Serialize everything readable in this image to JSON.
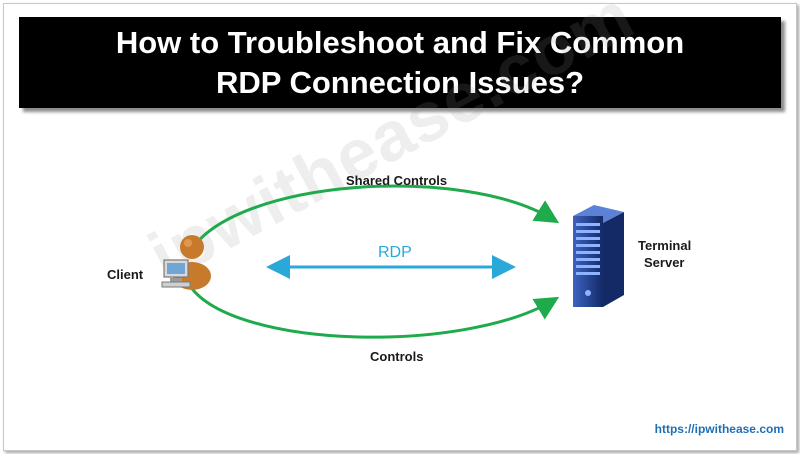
{
  "title": "How to Troubleshoot and Fix Common RDP Connection Issues?",
  "watermark": "ipwithease.com",
  "nodes": {
    "client_label": "Client",
    "server_label_line1": "Terminal",
    "server_label_line2": "Server"
  },
  "connections": {
    "top_label": "Shared Controls",
    "middle_label": "RDP",
    "bottom_label": "Controls"
  },
  "footer": {
    "url": "https://ipwithease.com"
  },
  "colors": {
    "banner": "#000000",
    "arc": "#1fab4c",
    "rdp_arrow": "#2aa8d8",
    "server": "#23408c",
    "user": "#c77a2b"
  }
}
